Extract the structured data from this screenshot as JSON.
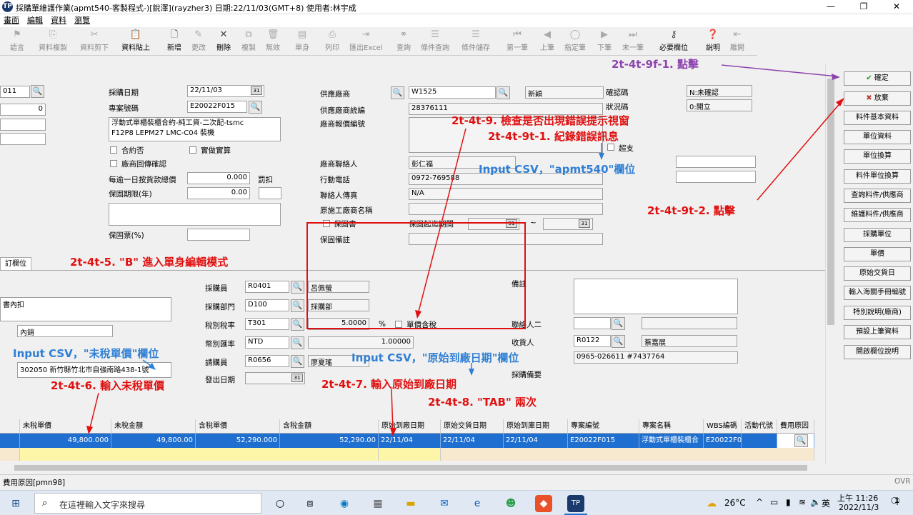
{
  "window": {
    "title": "採購單維護作業(apmt540-客製程式-)[銳澤](rayzher3)  日期:22/11/03(GMT+8)  使用者:林宇成",
    "app_icon": "TP",
    "minimize": "—",
    "restore": "❐",
    "close": "✕"
  },
  "menu": [
    "畫面",
    "編輯",
    "資料",
    "瀏覽"
  ],
  "toolbar": {
    "buttons": [
      {
        "label": "語言",
        "icon": "flag-icon"
      },
      {
        "label": "資料複製",
        "icon": "copy-icon"
      },
      {
        "label": "資料剪下",
        "icon": "cut-icon"
      },
      {
        "label": "資料貼上",
        "icon": "paste-icon"
      },
      {
        "label": "新增",
        "icon": "new-icon"
      },
      {
        "label": "更改",
        "icon": "edit-icon"
      },
      {
        "label": "刪除",
        "icon": "delete-icon"
      },
      {
        "label": "複製",
        "icon": "duplicate-icon"
      },
      {
        "label": "無效",
        "icon": "trash-icon"
      },
      {
        "label": "單身",
        "icon": "detail-icon"
      },
      {
        "label": "列印",
        "icon": "print-icon"
      },
      {
        "label": "匯出Excel",
        "icon": "export-icon"
      },
      {
        "label": "查詢",
        "icon": "binoculars-icon"
      },
      {
        "label": "條件查詢",
        "icon": "query-condition-icon"
      },
      {
        "label": "條件儲存",
        "icon": "save-condition-icon"
      },
      {
        "label": "第一筆",
        "icon": "first-icon"
      },
      {
        "label": "上筆",
        "icon": "prev-icon"
      },
      {
        "label": "指定筆",
        "icon": "goto-icon"
      },
      {
        "label": "下筆",
        "icon": "next-icon"
      },
      {
        "label": "末一筆",
        "icon": "last-icon"
      },
      {
        "label": "必要欄位",
        "icon": "key-icon"
      },
      {
        "label": "說明",
        "icon": "help-icon"
      },
      {
        "label": "離開",
        "icon": "exit-icon"
      }
    ]
  },
  "header_form": {
    "left_code": "011",
    "left_num": "0",
    "purchase_date_label": "採購日期",
    "purchase_date": "22/11/03",
    "project_no_label": "專案號碼",
    "project_no": "E20022F015",
    "project_desc_1": "浮動式單櫃裝櫃合約-純工資-二次配-tsmc",
    "project_desc_2": "F12P8 LEPM27 LMC-C04 裝機",
    "contract_label": "合約否",
    "actual_label": "實做實算",
    "vendor_return_label": "廠商回傳確認",
    "daily_penalty_label": "每逾一日按貨款總價",
    "daily_penalty": "0.000",
    "fine_label": "罰扣",
    "warranty_years_label": "保固期限(年)",
    "warranty_years": "0.00",
    "warranty_ticket_label": "保固票(%)",
    "vendor_label": "供應廠商",
    "vendor_code": "W1525",
    "vendor_name": "新穎",
    "vendor_tax_label": "供應廠商統編",
    "vendor_tax": "28376111",
    "vendor_quote_label": "廠商報價編號",
    "contact_label": "廠商聯絡人",
    "contact": "彭仁福",
    "mobile_label": "行動電話",
    "mobile": "0972-769588",
    "fax_label": "聯絡人傳真",
    "fax": "N/A",
    "orig_vendor_label": "原施工廠商名稱",
    "warranty_doc_label": "保固書",
    "warranty_period_label": "保固起迄期間",
    "tilde": "~",
    "warranty_note_label": "保固備註",
    "confirm_label": "確認碼",
    "confirm": "N:未確認",
    "status_label": "狀況碼",
    "status": "0:開立",
    "overpay_label": "超支"
  },
  "tab": {
    "label": "訂欄位"
  },
  "body_form": {
    "left_text_1": "書內扣",
    "left_text_2": "內銷",
    "address": "302050 新竹縣竹北市自強南路438-1號",
    "buyer_label": "採購員",
    "buyer_code": "R0401",
    "buyer_name": "呂佩螢",
    "dept_label": "採購部門",
    "dept_code": "D100",
    "dept_name": "採購部",
    "tax_label": "稅別稅率",
    "tax_code": "T301",
    "tax_rate": "5.0000",
    "percent": "%",
    "tax_incl_label": "單價含稅",
    "currency_label": "幣別匯率",
    "currency": "NTD",
    "rate": "1.00000",
    "requester_label": "請購員",
    "requester_code": "R0656",
    "requester_name": "廖夏瑤",
    "issue_date_label": "發出日期",
    "remark_label": "備註",
    "contact2_label": "聯絡人二",
    "receiver_label": "收貨人",
    "receiver_code": "R0122",
    "receiver_name": "蔡嘉展",
    "receiver_phone": "0965-026611 #7437764",
    "buyer_note_label": "採購備要"
  },
  "side_buttons": [
    {
      "label": "確定",
      "icon": "check-icon"
    },
    {
      "label": "放棄",
      "icon": "x-icon"
    },
    {
      "label": "料件基本資料"
    },
    {
      "label": "單位資料"
    },
    {
      "label": "單位換算"
    },
    {
      "label": "料件單位換算"
    },
    {
      "label": "查詢料件/供應商"
    },
    {
      "label": "維護料件/供應商"
    },
    {
      "label": "採購單位"
    },
    {
      "label": "單價"
    },
    {
      "label": "原始交貨日"
    },
    {
      "label": "輸入海關手冊編號"
    },
    {
      "label": "特別說明(廠商)"
    },
    {
      "label": "預設上筆資料"
    },
    {
      "label": "開啟欄位說明"
    }
  ],
  "grid": {
    "columns": [
      "未稅單價",
      "未稅金額",
      "含稅單價",
      "含稅金額",
      "原始到廠日期",
      "原始交貨日期",
      "原始到庫日期",
      "專案編號",
      "專案名稱",
      "WBS編碼",
      "活動代號",
      "費用原因"
    ],
    "row": [
      "49,800.000",
      "49,800.00",
      "52,290.000",
      "52,290.00",
      "22/11/04",
      "22/11/04",
      "22/11/04",
      "E20022F015",
      "浮動式單櫃裝櫃合",
      "E20022F01",
      "",
      ""
    ]
  },
  "statusbar": {
    "left": "費用原因[pmn98]",
    "right": "OVR"
  },
  "annotations": {
    "a9f1": "2t-4t-9f-1. 點擊",
    "a9": "2t-4t-9. 檢查是否出現錯誤提示視窗",
    "a9t1": "2t-4t-9t-1. 紀錄錯誤訊息",
    "csv_apmt": "Input CSV，\"apmt540\"欄位",
    "a9t2": "2t-4t-9t-2. 點擊",
    "a5": "2t-4t-5. \"B\" 進入單身編輯模式",
    "csv_price": "Input CSV，\"未稅單價\"欄位",
    "a6": "2t-4t-6. 輸入未稅單價",
    "csv_date": "Input CSV，\"原始到廠日期\"欄位",
    "a7": "2t-4t-7. 輸入原始到廠日期",
    "a8": "2t-4t-8. \"TAB\" 兩次"
  },
  "taskbar": {
    "search_placeholder": "在這裡輸入文字來搜尋",
    "weather": "26°C",
    "lang": "英",
    "time": "上午 11:26",
    "date": "2022/11/3",
    "notif": "1"
  }
}
